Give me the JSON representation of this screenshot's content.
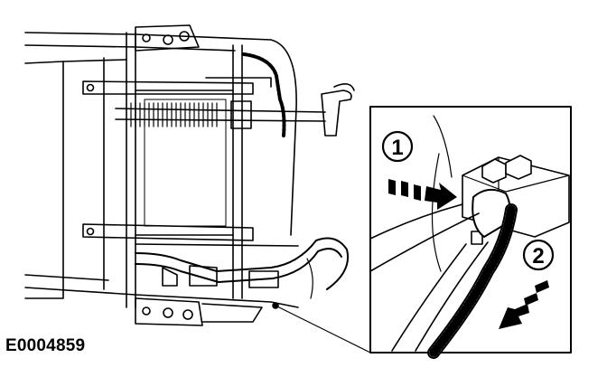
{
  "figure": {
    "reference_code": "E0004859",
    "callouts": [
      {
        "number": "1"
      },
      {
        "number": "2"
      }
    ]
  },
  "colors": {
    "line": "#000000",
    "background": "#ffffff"
  }
}
